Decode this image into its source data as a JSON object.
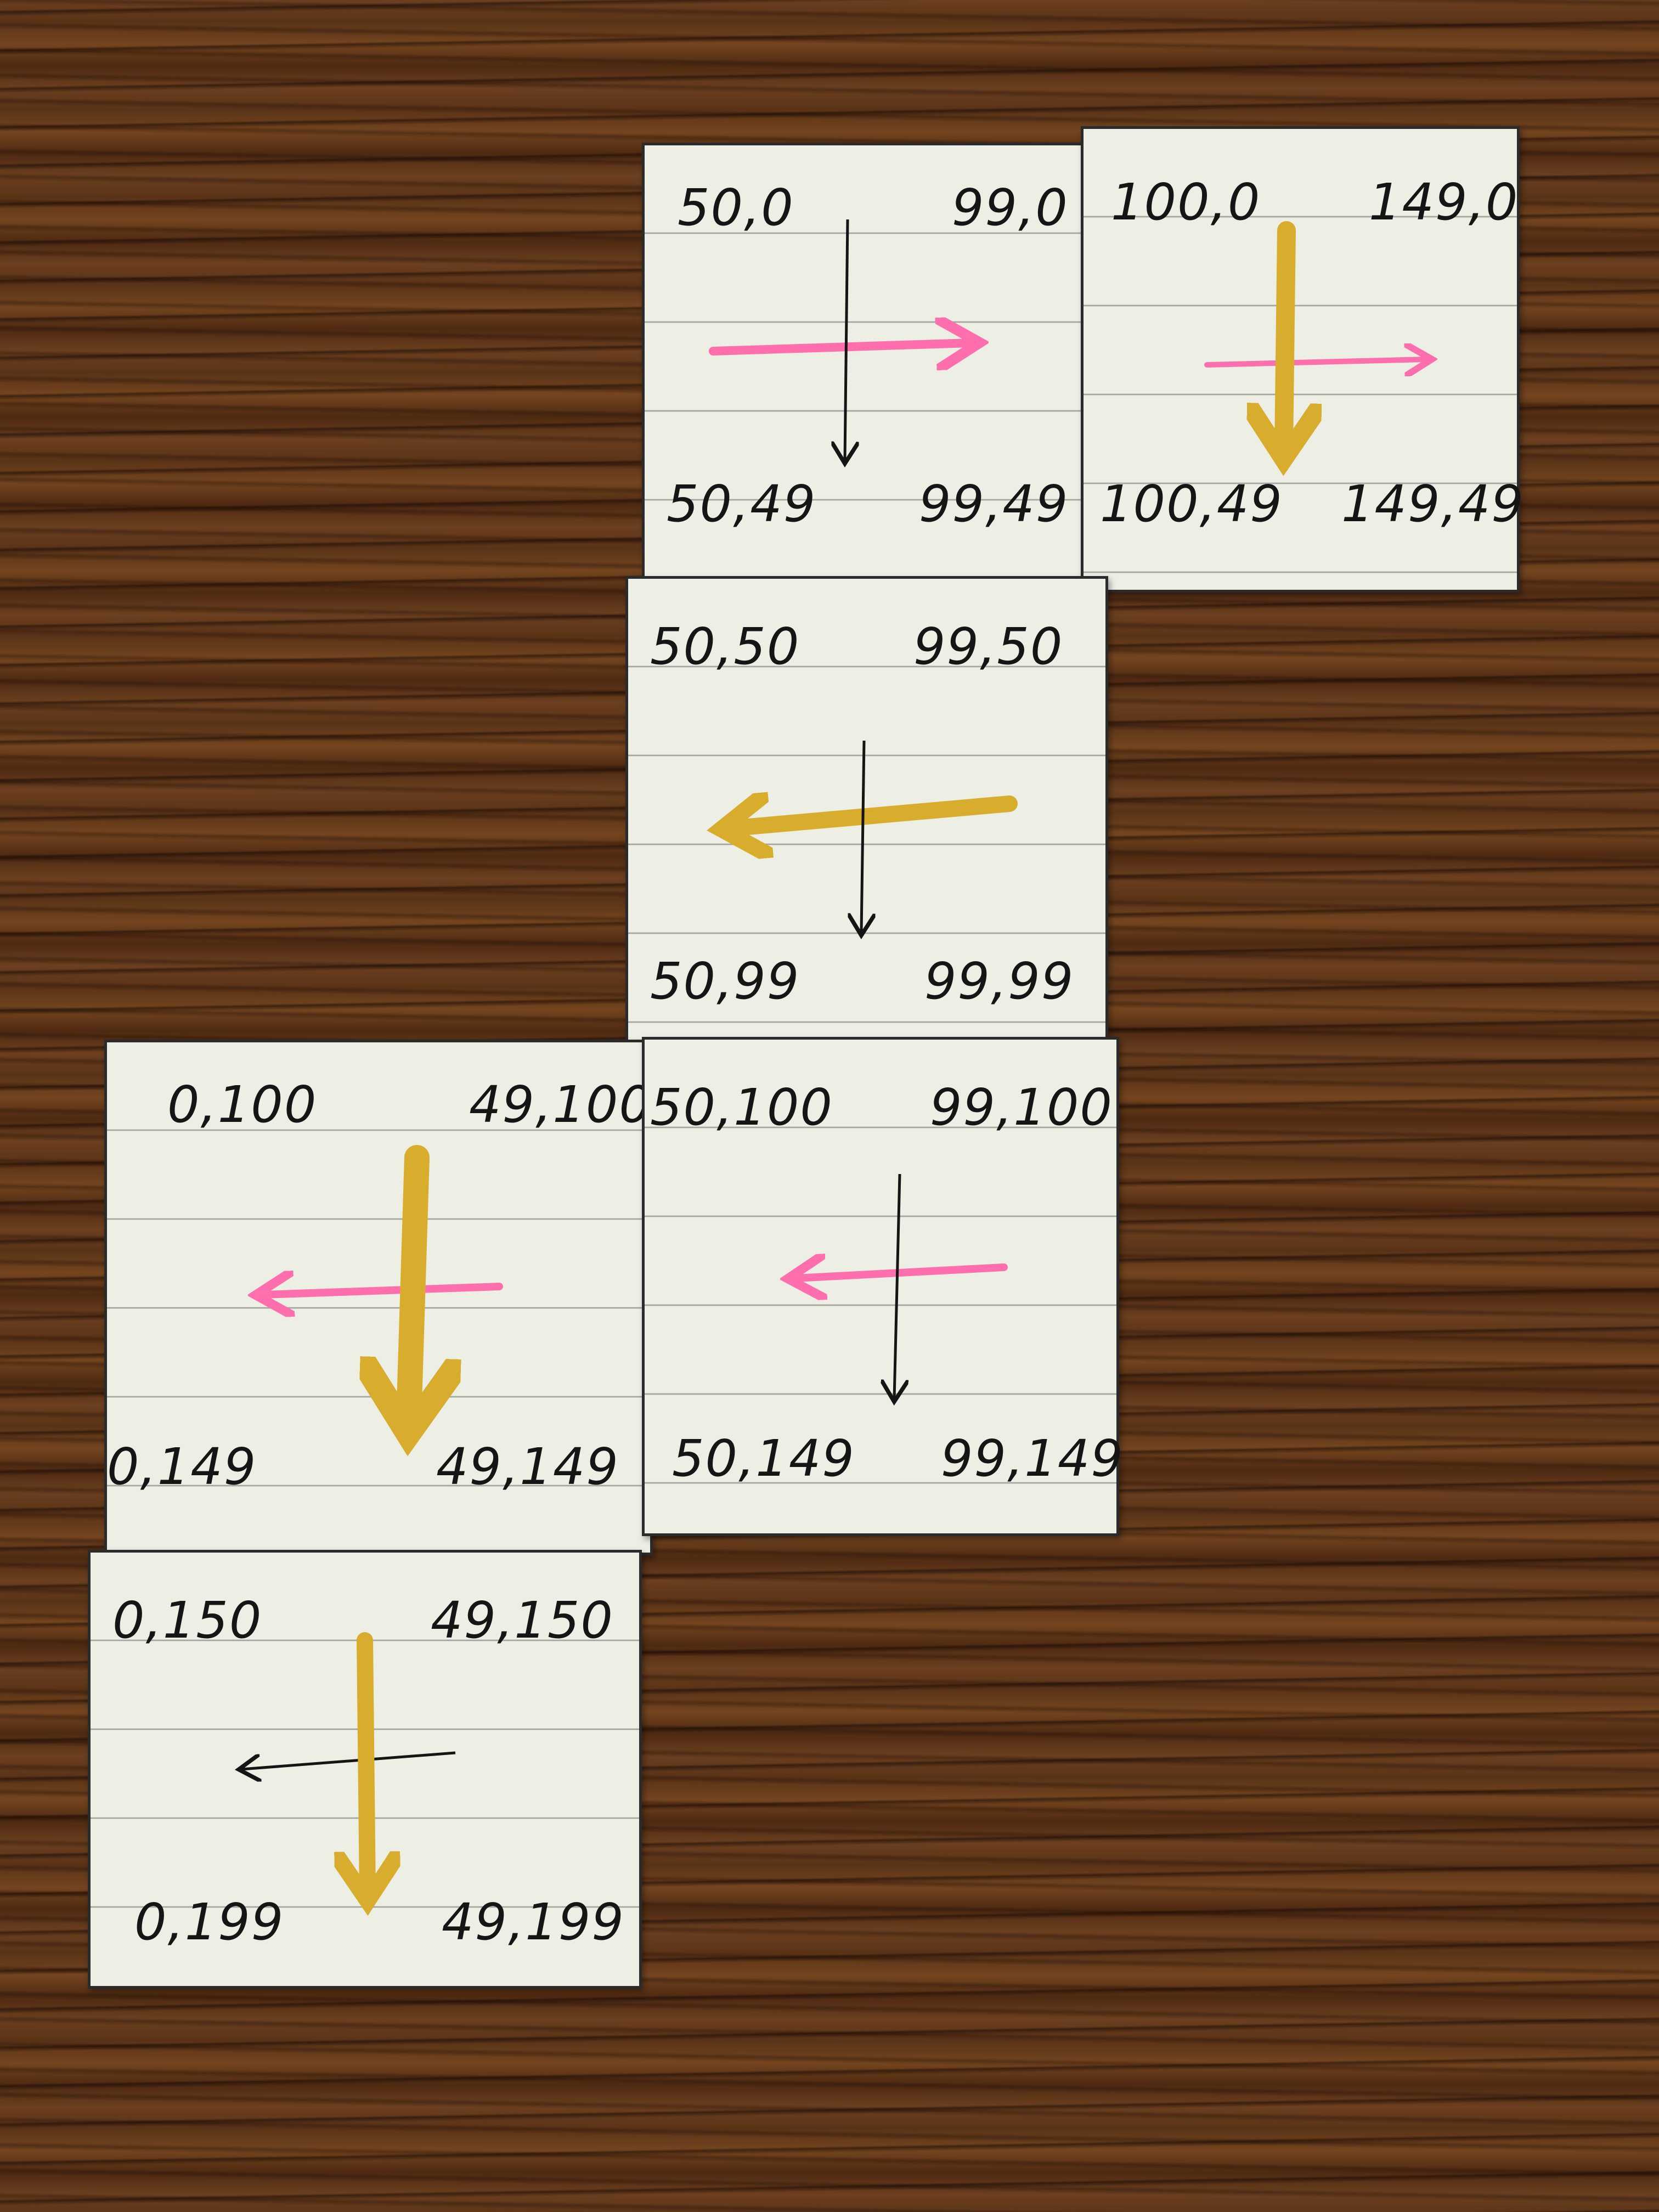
{
  "colors": {
    "wood": "#5a3317",
    "paper": "#edeee4",
    "pen": "#151515",
    "pink_marker": "#ff6fae",
    "gold_marker": "#d8ad2e"
  },
  "cards": [
    {
      "top_left": "50,0",
      "top_right": "99,0",
      "bottom_left": "50,49",
      "bottom_right": "99,49"
    },
    {
      "top_left": "100,0",
      "top_right": "149,0",
      "bottom_left": "100,49",
      "bottom_right": "149,49"
    },
    {
      "top_left": "50,50",
      "top_right": "99,50",
      "bottom_left": "50,99",
      "bottom_right": "99,99"
    },
    {
      "top_left": "0,100",
      "top_right": "49,100",
      "bottom_left": "0,149",
      "bottom_right": "49,149"
    },
    {
      "top_left": "50,100",
      "top_right": "99,100",
      "bottom_left": "50,149",
      "bottom_right": "99,149"
    },
    {
      "top_left": "0,150",
      "top_right": "49,150",
      "bottom_left": "0,199",
      "bottom_right": "49,199"
    }
  ]
}
